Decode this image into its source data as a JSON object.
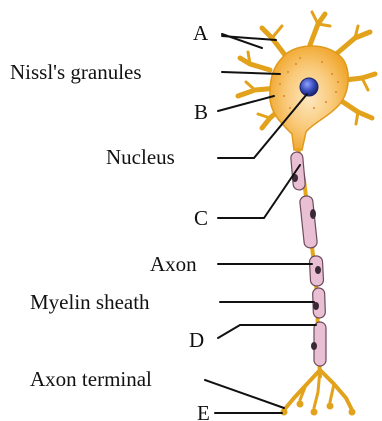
{
  "labels": {
    "a": "A",
    "nissl": "Nissl's granules",
    "b": "B",
    "nucleus": "Nucleus",
    "c": "C",
    "axon": "Axon",
    "myelin": "Myelin sheath",
    "d": "D",
    "terminal": "Axon terminal",
    "e": "E"
  },
  "colors": {
    "cell_body": "#f7b53a",
    "cell_body_light": "#fde3b4",
    "nucleus": "#3448b8",
    "axon": "#e6a619",
    "myelin": "#e8bfd3"
  }
}
